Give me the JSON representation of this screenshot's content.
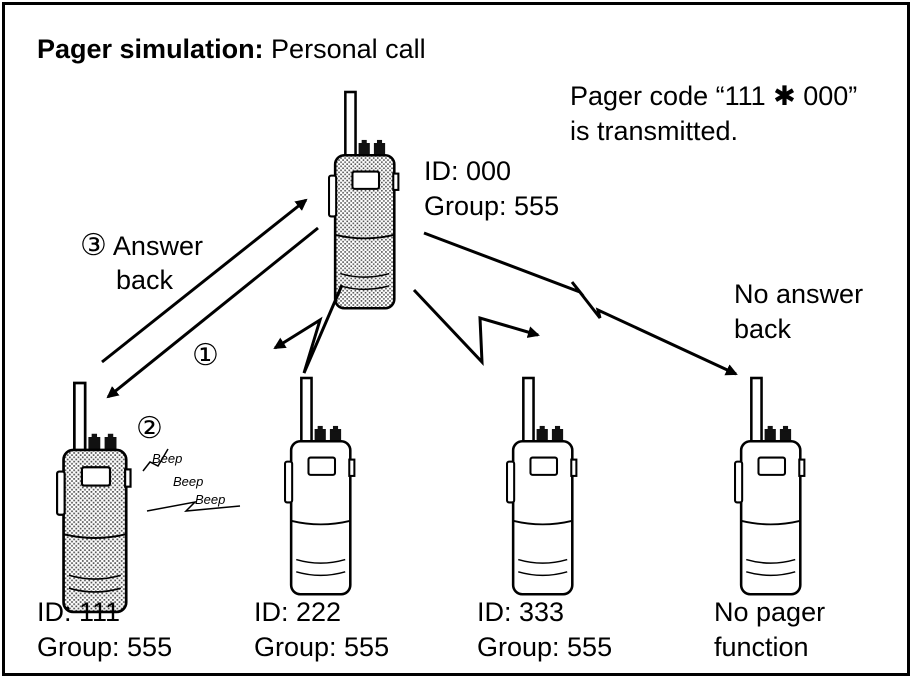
{
  "title": {
    "bold": "Pager simulation:",
    "rest": " Personal call"
  },
  "note": {
    "line1": "Pager code “111 ✱ 000”",
    "line2": "is transmitted."
  },
  "center_radio": {
    "id": "ID: 000",
    "group": "Group: 555"
  },
  "answer_back": {
    "marker": "③",
    "line1": "Answer",
    "line2": "back"
  },
  "step1": {
    "marker": "①"
  },
  "step2": {
    "marker": "②",
    "beeps": [
      "Beep",
      "Beep",
      "Beep"
    ]
  },
  "no_answer": {
    "line1": "No answer",
    "line2": "back"
  },
  "radios": [
    {
      "line1": "ID: 111",
      "line2": "Group: 555"
    },
    {
      "line1": "ID: 222",
      "line2": "Group: 555"
    },
    {
      "line1": "ID: 333",
      "line2": "Group: 555"
    },
    {
      "line1": "No pager",
      "line2": "function"
    }
  ],
  "colors": {
    "ink": "#000000",
    "stipple": "#9a9a9a",
    "background": "#ffffff"
  }
}
